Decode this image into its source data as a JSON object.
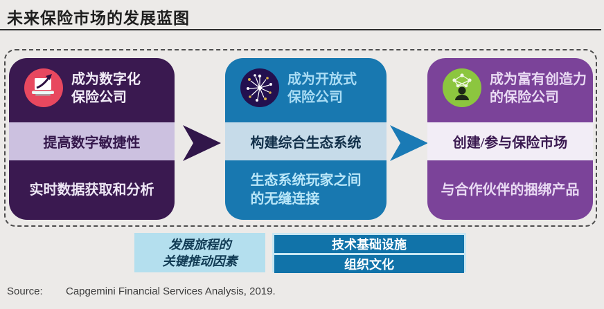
{
  "title": "未来保险市场的发展蓝图",
  "stages": [
    {
      "icon": "laptop-growth-icon",
      "heading_lines": [
        "成为数字化",
        "保险公司"
      ],
      "action": "提高数字敏捷性",
      "detail_lines": [
        "实时数据获取和分析"
      ],
      "accent": "#3A1950",
      "bar_bg": "#CCC1E0",
      "icon_bg": "#E8485F"
    },
    {
      "icon": "network-burst-icon",
      "heading_lines": [
        "成为开放式",
        "保险公司"
      ],
      "action": "构建综合生态系统",
      "detail_lines": [
        "生态系统玩家之间",
        "的无缝连接"
      ],
      "accent": "#1878B0",
      "bar_bg": "#C6DBE9",
      "icon_bg": "#23104F"
    },
    {
      "icon": "creative-people-network-icon",
      "heading_lines": [
        "成为富有创造力",
        "的保险公司"
      ],
      "action": "创建/参与保险市场",
      "detail_lines": [
        "与合作伙伴的捆绑产品"
      ],
      "accent": "#7B4399",
      "bar_bg": "#F2EDF6",
      "icon_bg": "#8CC63F"
    }
  ],
  "arrows": [
    {
      "name": "arrow-1",
      "color": "#31164A"
    },
    {
      "name": "arrow-2",
      "color": "#1A7AB5"
    }
  ],
  "drivers": {
    "label_lines": [
      "发展旅程的",
      "关键推动因素"
    ],
    "items": [
      "技术基础设施",
      "组织文化"
    ],
    "label_bg": "#B4DFEE",
    "item_bg": "#1173A9"
  },
  "source": {
    "label": "Source:",
    "text": "Capgemini Financial Services Analysis, 2019."
  },
  "colors": {
    "background": "#ECEAE8",
    "title_text": "#1E1E1E",
    "frame_dash": "#4C4C4C"
  }
}
